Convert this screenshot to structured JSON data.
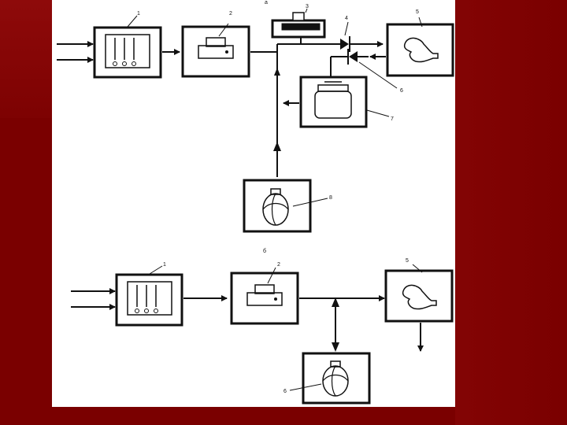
{
  "upper_scheme": {
    "label": "a",
    "block_numbers": [
      "1",
      "2",
      "3",
      "4",
      "5",
      "6",
      "7",
      "8"
    ]
  },
  "lower_scheme": {
    "label": "б",
    "block_numbers": [
      "1",
      "2",
      "5",
      "6"
    ]
  },
  "colors": {
    "slide_background": "#7a0000",
    "paper": "#ffffff",
    "ink": "#111111"
  }
}
